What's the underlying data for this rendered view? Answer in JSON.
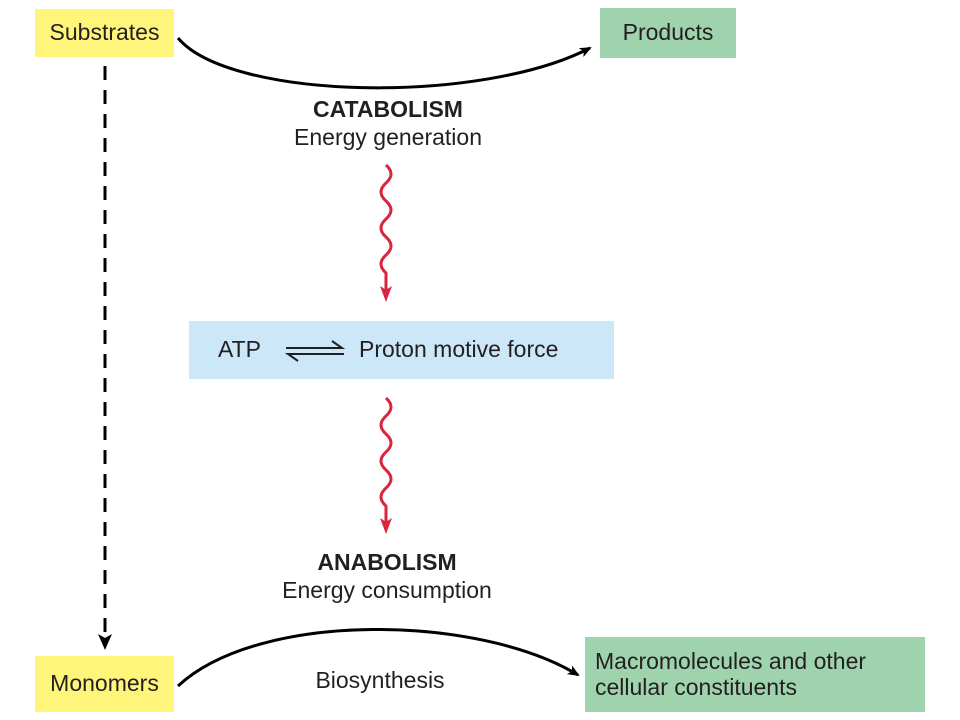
{
  "nodes": {
    "substrates": "Substrates",
    "products": "Products",
    "monomers": "Monomers",
    "macromolecules_line1": "Macromolecules and other",
    "macromolecules_line2": "cellular constituents",
    "atp": "ATP",
    "proton_motive_force": "Proton motive force"
  },
  "labels": {
    "catabolism_title": "CATABOLISM",
    "catabolism_subtitle": "Energy generation",
    "anabolism_title": "ANABOLISM",
    "anabolism_subtitle": "Energy consumption",
    "biosynthesis": "Biosynthesis"
  },
  "colors": {
    "substrate_box": "#fff57a",
    "product_box": "#9fd3ad",
    "energy_box": "#cce7f8",
    "energy_arrow": "#d9253d",
    "arrow": "#000000"
  }
}
